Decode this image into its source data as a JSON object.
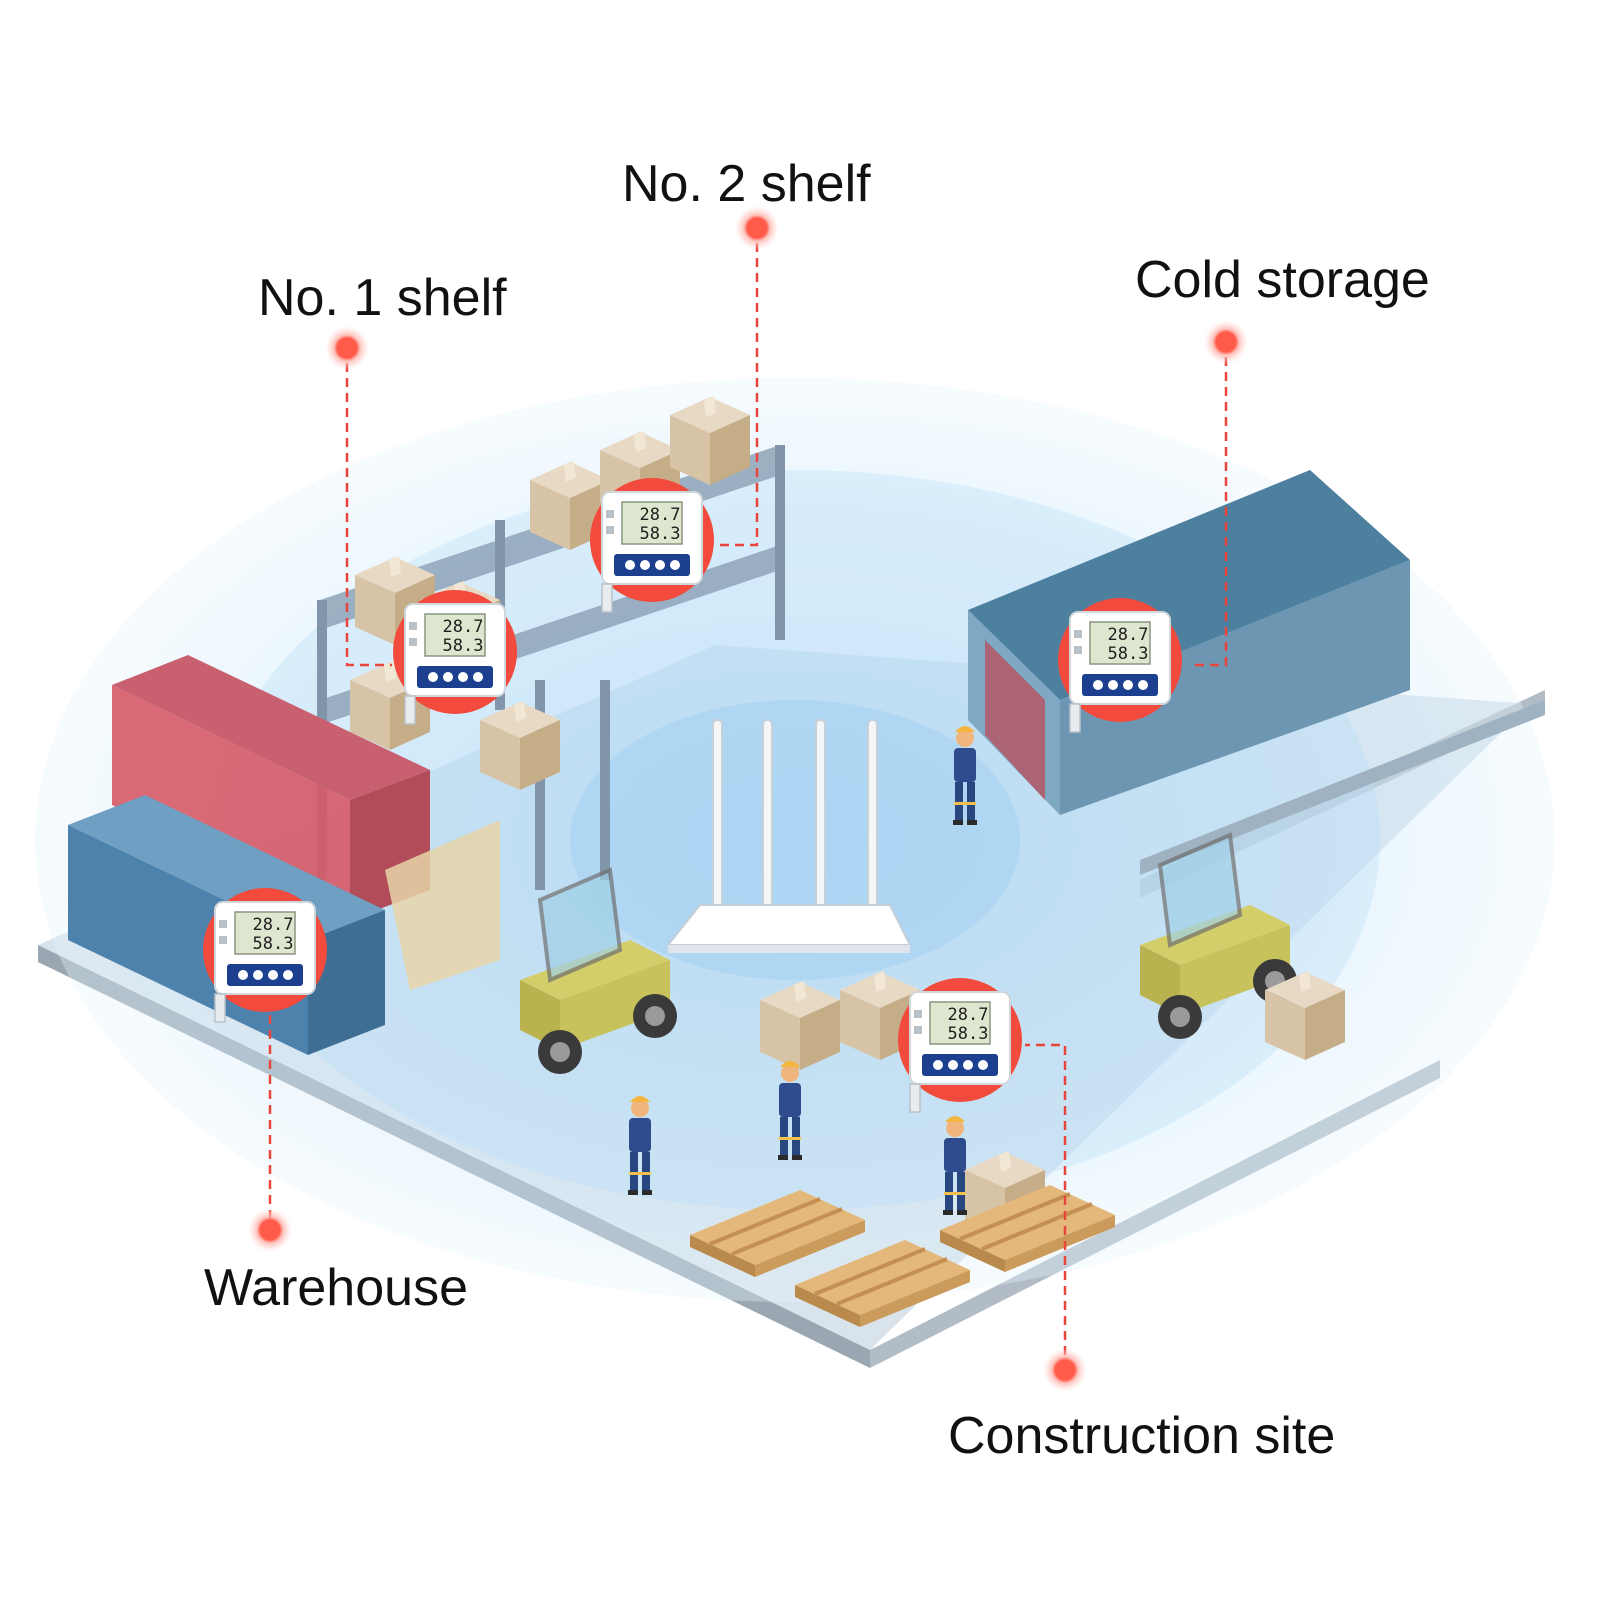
{
  "labels": {
    "shelf1": "No. 1 shelf",
    "shelf2": "No. 2 shelf",
    "cold_storage": "Cold storage",
    "warehouse": "Warehouse",
    "construction_site": "Construction site"
  },
  "sensor_display": {
    "temperature": "28.7",
    "humidity": "58.3"
  },
  "colors": {
    "marker": "#ff5a4a",
    "leader_line": "#e8463c",
    "sensor_badge": "#f24a3d",
    "signal_halo": "#bfe3fa",
    "floor": "#c9dcea"
  },
  "icons": [
    "router-icon",
    "sensor-icon",
    "forklift-icon",
    "container-icon",
    "shelf-rack-icon",
    "warehouse-icon",
    "worker-icon",
    "pallet-icon",
    "box-icon",
    "marker-dot-icon"
  ]
}
